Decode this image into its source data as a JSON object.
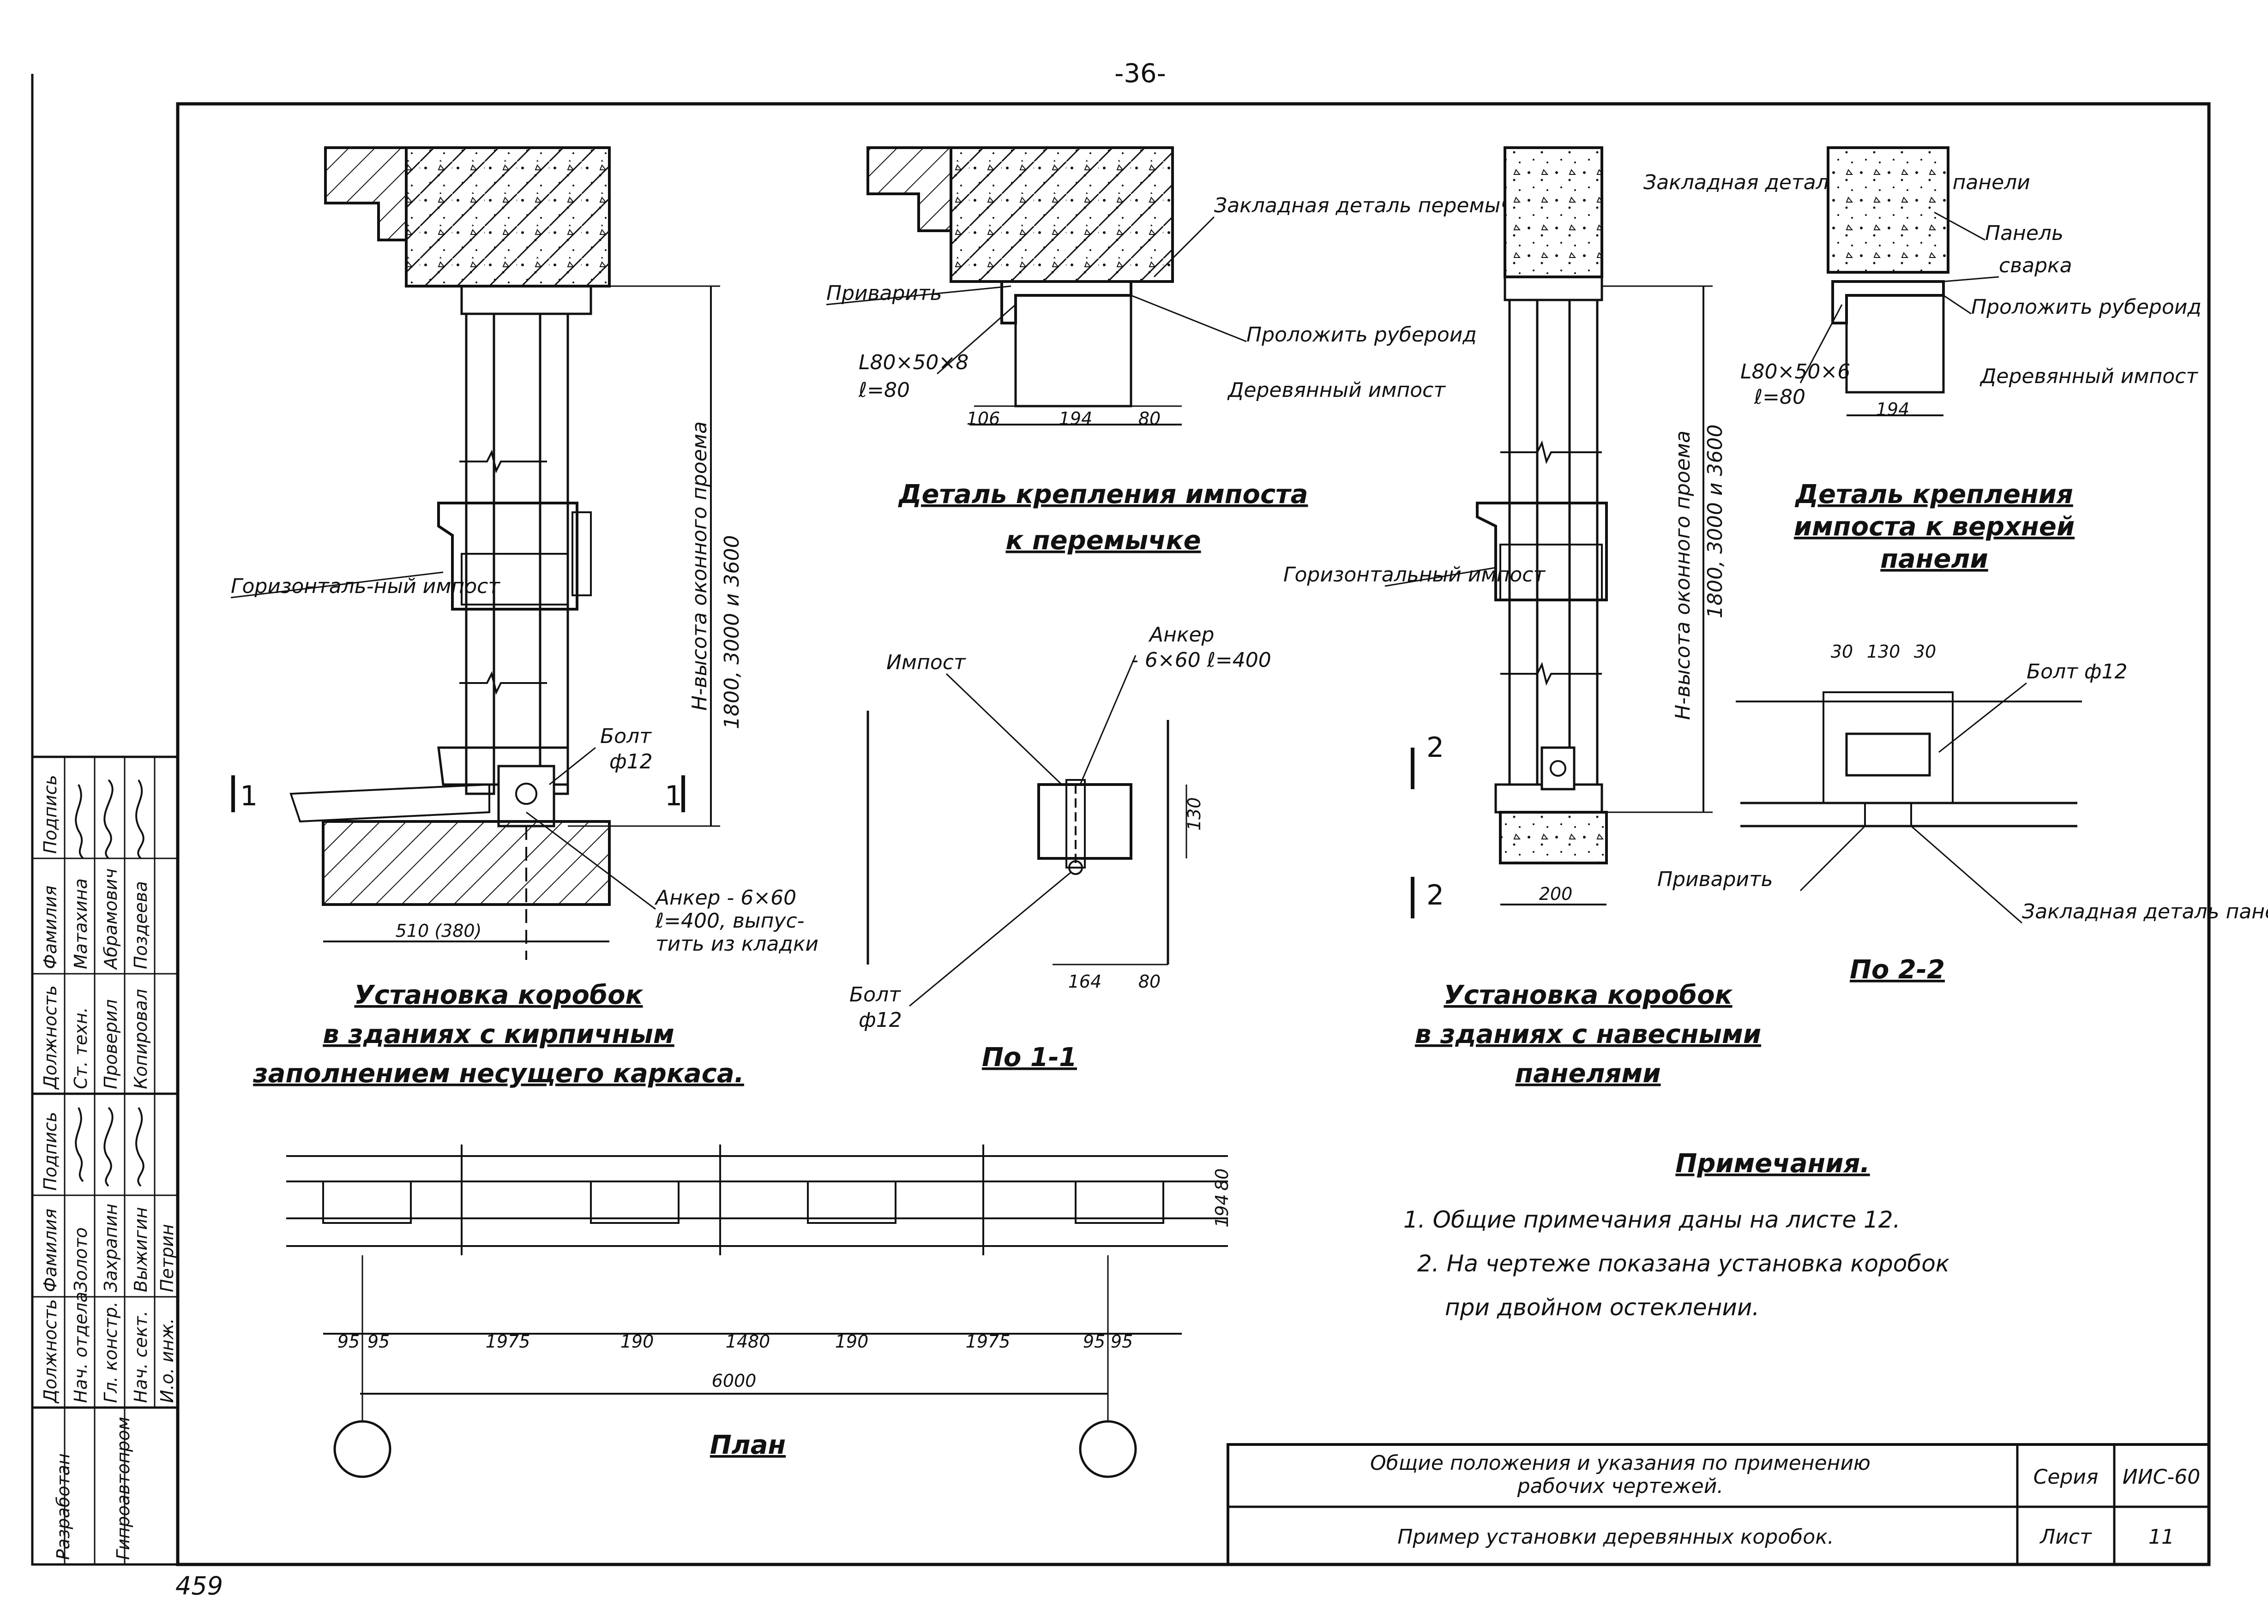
{
  "page_number": "-36-",
  "bottom_left_number": "459",
  "labels": {
    "zakladnaya_detal_peremychki": "Закладная деталь перемычки",
    "privarit_1": "Приварить",
    "prolozhit_ruberoid_1": "Проложить рубероид",
    "angle_1": "L80×50×8",
    "angle_1_len": "ℓ=80",
    "derevyanny_impost_1": "Деревянный импост",
    "dim_106": "106",
    "dim_194_a": "194",
    "dim_80_a": "80",
    "gorizontalny_impost_1": "Горизонталь-ный импост",
    "vysota_proema_1": "H-высота оконного проема",
    "vysota_values_1": "1800, 3000 и 3600",
    "bolt_1": "Болт",
    "bolt_1_dia": "ф12",
    "section_1_left": "1",
    "section_1_right": "1",
    "anker_1": "Анкер - 6×60",
    "anker_1_b": "ℓ=400, выпус-",
    "anker_1_c": "тить из кладки",
    "dim_510": "510 (380)",
    "impost_2": "Импост",
    "anker_2": "Анкер",
    "anker_2_b": "- 6×60 ℓ=400",
    "dim_130": "130",
    "bolt_2": "Болт",
    "bolt_2_dia": "ф12",
    "dim_164": "164",
    "dim_80_b": "80",
    "zakladnaya_detal_panel": "Закладная деталь стеновой панели",
    "panel": "Панель",
    "svarka": "сварка",
    "prolozhit_ruberoid_2": "Проложить рубероид",
    "angle_2": "L80×50×6",
    "angle_2_len": "ℓ=80",
    "derevyanny_impost_2": "Деревянный импост",
    "dim_194_b": "194",
    "gorizontalny_impost_2": "Горизонтальный импост",
    "vysota_proema_2": "H-высота оконного проема",
    "vysota_values_2": "1800, 3000 и 3600",
    "section_2_top": "2",
    "section_2_bottom": "2",
    "dim_200": "200",
    "dim_30_a": "30",
    "dim_130_b": "130",
    "dim_30_b": "30",
    "bolt_3": "Болт ф12",
    "privarit_2": "Приварить",
    "zakladnaya_detal_paneli_2": "Закладная деталь панели.",
    "plan_dims": [
      "95",
      "95",
      "1975",
      "190",
      "1480",
      "190",
      "1975",
      "95",
      "95"
    ],
    "dim_6000": "6000",
    "plan_dim_80": "80",
    "plan_dim_194": "194"
  },
  "titles": {
    "detail_impost_peremychka_1": "Деталь крепления импоста",
    "detail_impost_peremychka_2": "к перемычке",
    "detail_impost_panel_1": "Деталь крепления",
    "detail_impost_panel_2": "импоста к верхней",
    "detail_impost_panel_3": "панели",
    "install_brick_1": "Установка коробок",
    "install_brick_2": "в зданиях с кирпичным",
    "install_brick_3": "заполнением несущего каркаса.",
    "section_1_1": "По 1-1",
    "install_panel_1": "Установка коробок",
    "install_panel_2": "в зданиях с навесными",
    "install_panel_3": "панелями",
    "section_2_2": "По 2-2",
    "plan": "План"
  },
  "notes": {
    "heading": "Примечания.",
    "items": [
      "1. Общие примечания даны на листе 12.",
      "2. На чертеже показана установка коробок",
      "при двойном остеклении."
    ]
  },
  "title_block": {
    "description_1": "Общие положения и указания по применению",
    "description_2": "рабочих чертежей.",
    "series_label": "Серия",
    "series_value": "ИИС-60",
    "drawing_title": "Пример установки деревянных коробок.",
    "sheet_label": "Лист",
    "sheet_value": "11"
  },
  "side_stamp": {
    "upper_headers": [
      "Должность",
      "Фамилия",
      "Подпись"
    ],
    "upper_rows": [
      [
        "Ст. техн.",
        "Матахина",
        ""
      ],
      [
        "Проверил",
        "Абрамович",
        ""
      ],
      [
        "Копировал",
        "Поздеева",
        ""
      ]
    ],
    "lower_headers": [
      "Должность",
      "Фамилия",
      "Подпись"
    ],
    "lower_rows": [
      [
        "Нач. отдела",
        "Золото",
        ""
      ],
      [
        "Гл. констр.",
        "Захрапин",
        ""
      ],
      [
        "Нач. сект.",
        "Выжигин",
        ""
      ],
      [
        "И.о. инж.",
        "Петрин",
        ""
      ]
    ],
    "org_1": "Разработан",
    "org_2": "Гипроавтопром"
  }
}
